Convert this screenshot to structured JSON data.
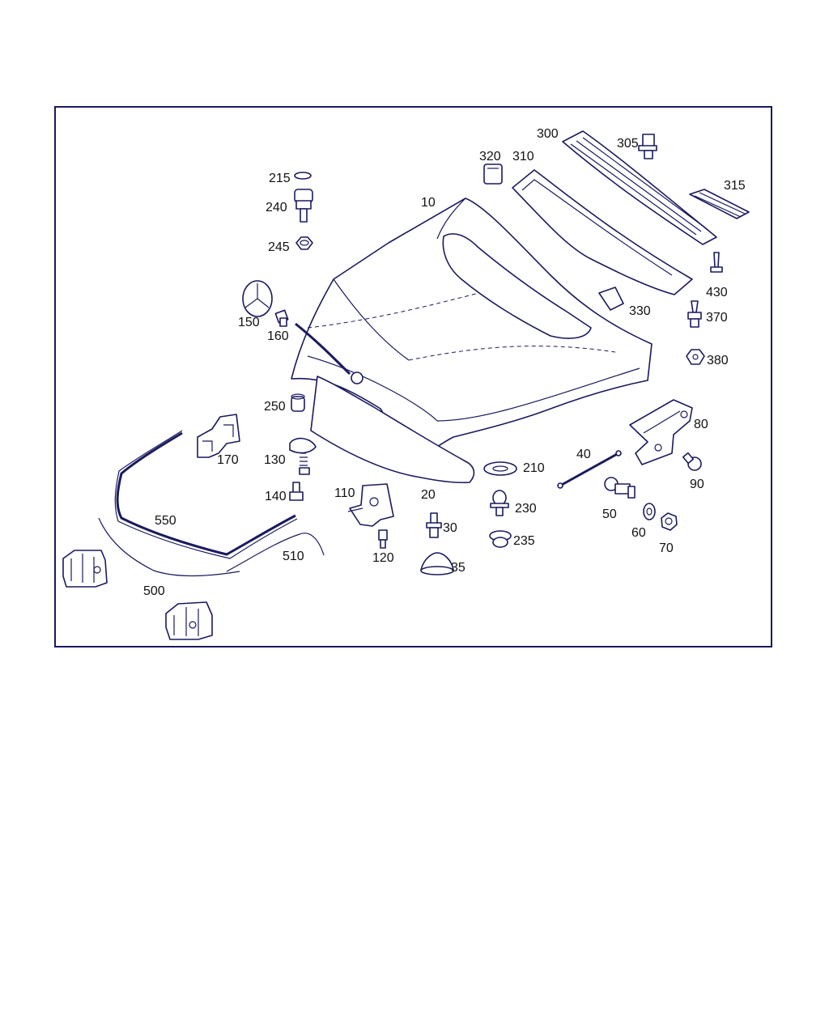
{
  "diagram": {
    "part_labels": [
      "10",
      "20",
      "30",
      "35",
      "40",
      "50",
      "60",
      "70",
      "80",
      "90",
      "110",
      "120",
      "130",
      "140",
      "150",
      "160",
      "170",
      "210",
      "215",
      "230",
      "235",
      "240",
      "245",
      "250",
      "300",
      "305",
      "310",
      "315",
      "320",
      "330",
      "370",
      "380",
      "430",
      "500",
      "510",
      "550"
    ]
  },
  "colors": {
    "line": "#1a1a5e",
    "label": "#111111",
    "background": "#ffffff"
  }
}
